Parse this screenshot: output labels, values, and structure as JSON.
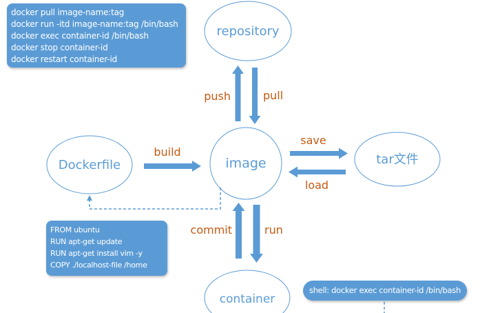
{
  "colors": {
    "node_stroke": "#5b9bd5",
    "node_text": "#5b9bd5",
    "arrow_fill": "#5b9bd5",
    "edge_label": "#c55a11",
    "note_bg": "#5b9bd5",
    "note_text": "#ffffff"
  },
  "nodes": {
    "repository": "repository",
    "image": "image",
    "dockerfile": "Dockerfile",
    "tar": "tar文件",
    "container": "container"
  },
  "edges": {
    "push": "push",
    "pull": "pull",
    "build": "build",
    "save": "save",
    "load": "load",
    "commit": "commit",
    "run": "run"
  },
  "notes": {
    "commands": [
      "docker pull image-name:tag",
      "docker run -itd image-name:tag /bin/bash",
      "docker exec container-id /bin/bash",
      "docker stop container-id",
      "docker restart container-id"
    ],
    "dockerfile": [
      "FROM ubuntu",
      "RUN apt-get update",
      "RUN apt-get install vim -y",
      "COPY ./localhost-file /home"
    ],
    "shell": "shell: docker exec container-id /bin/bash"
  }
}
